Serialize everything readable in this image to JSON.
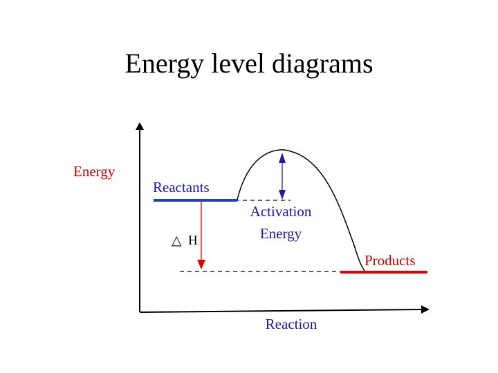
{
  "title": "Energy level diagrams",
  "diagram": {
    "y_axis_label": "Energy",
    "x_axis_label": "Reaction",
    "reactants_label": "Reactants",
    "products_label": "Products",
    "activation_label_line1": "Activation",
    "activation_label_line2": "Energy",
    "delta_h_symbol": "△",
    "delta_h_letter": "H"
  },
  "colors": {
    "label_red": "#cc0000",
    "label_blue": "#1a1aa6",
    "reactant_line": "#1f3fcc",
    "product_line": "#dd0000",
    "arrow_blue": "#1a1aa6",
    "arrow_red": "#dd0000",
    "curve": "#000000",
    "axes": "#000000"
  }
}
